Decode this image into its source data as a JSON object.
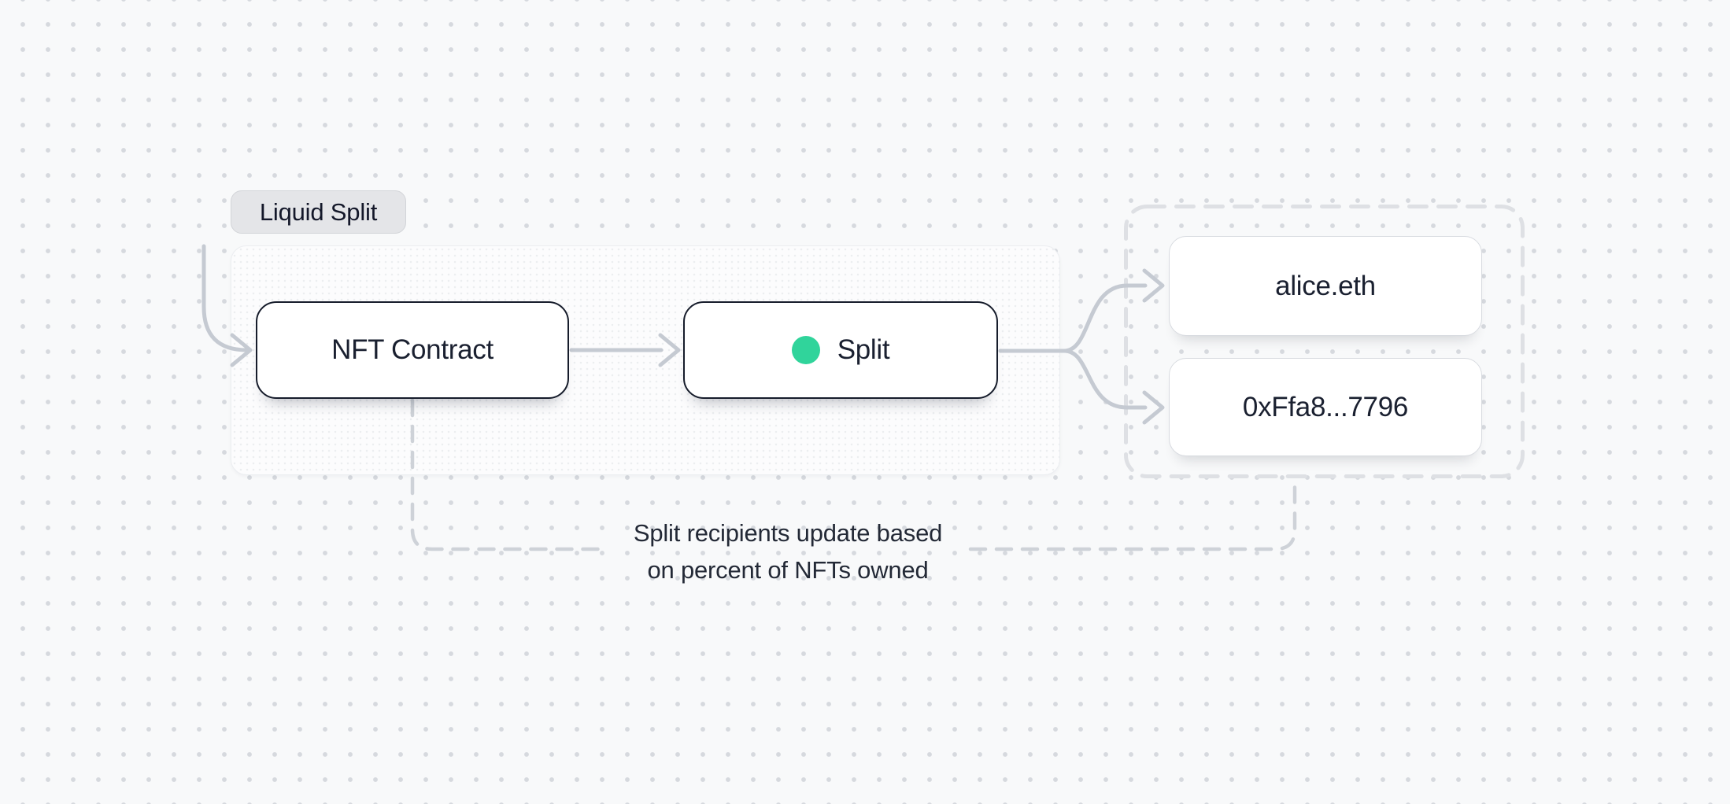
{
  "diagram": {
    "badge": {
      "label": "Liquid Split"
    },
    "nodes": {
      "nft_contract": {
        "label": "NFT Contract"
      },
      "split": {
        "label": "Split",
        "status_dot_color": "#30d49b"
      },
      "recipients": [
        {
          "label": "alice.eth"
        },
        {
          "label": "0xFfa8...7796"
        }
      ]
    },
    "annotation": {
      "line1": "Split recipients update based",
      "line2": "on percent of NFTs owned"
    },
    "colors": {
      "background": "#f8f9fa",
      "grid_dot": "#d6d9de",
      "edge": "#c5cad2",
      "feedback_dash": "#ced2d8",
      "recipients_boundary_dash": "#dee0e4",
      "node_border_dark": "#161c2b",
      "node_border_light": "#d8dbe0",
      "node_text": "#1a2030",
      "badge_background": "#e4e5e8",
      "split_status_green": "#30d49b"
    }
  }
}
